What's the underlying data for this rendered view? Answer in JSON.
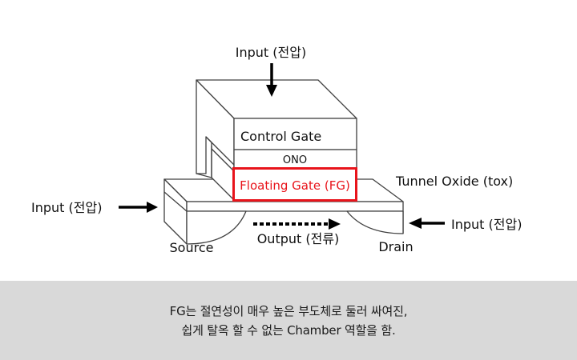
{
  "labels": {
    "input_top": "Input (전압)",
    "input_left": "Input (전압)",
    "input_right": "Input (전압)",
    "control_gate": "Control Gate",
    "ono": "ONO",
    "floating_gate": "Floating Gate (FG)",
    "tunnel_oxide": "Tunnel Oxide (tox)",
    "source": "Source",
    "drain": "Drain",
    "output": "Output (전류)"
  },
  "caption": {
    "line1": "FG는 절연성이 매우 높은 부도체로 둘러 싸여진,",
    "line2": "쉽게 탈옥 할 수 없는 Chamber 역할을 함."
  },
  "colors": {
    "floating_gate_highlight": "#e8141b",
    "caption_background": "#d9d9d9",
    "line": "#404040"
  }
}
